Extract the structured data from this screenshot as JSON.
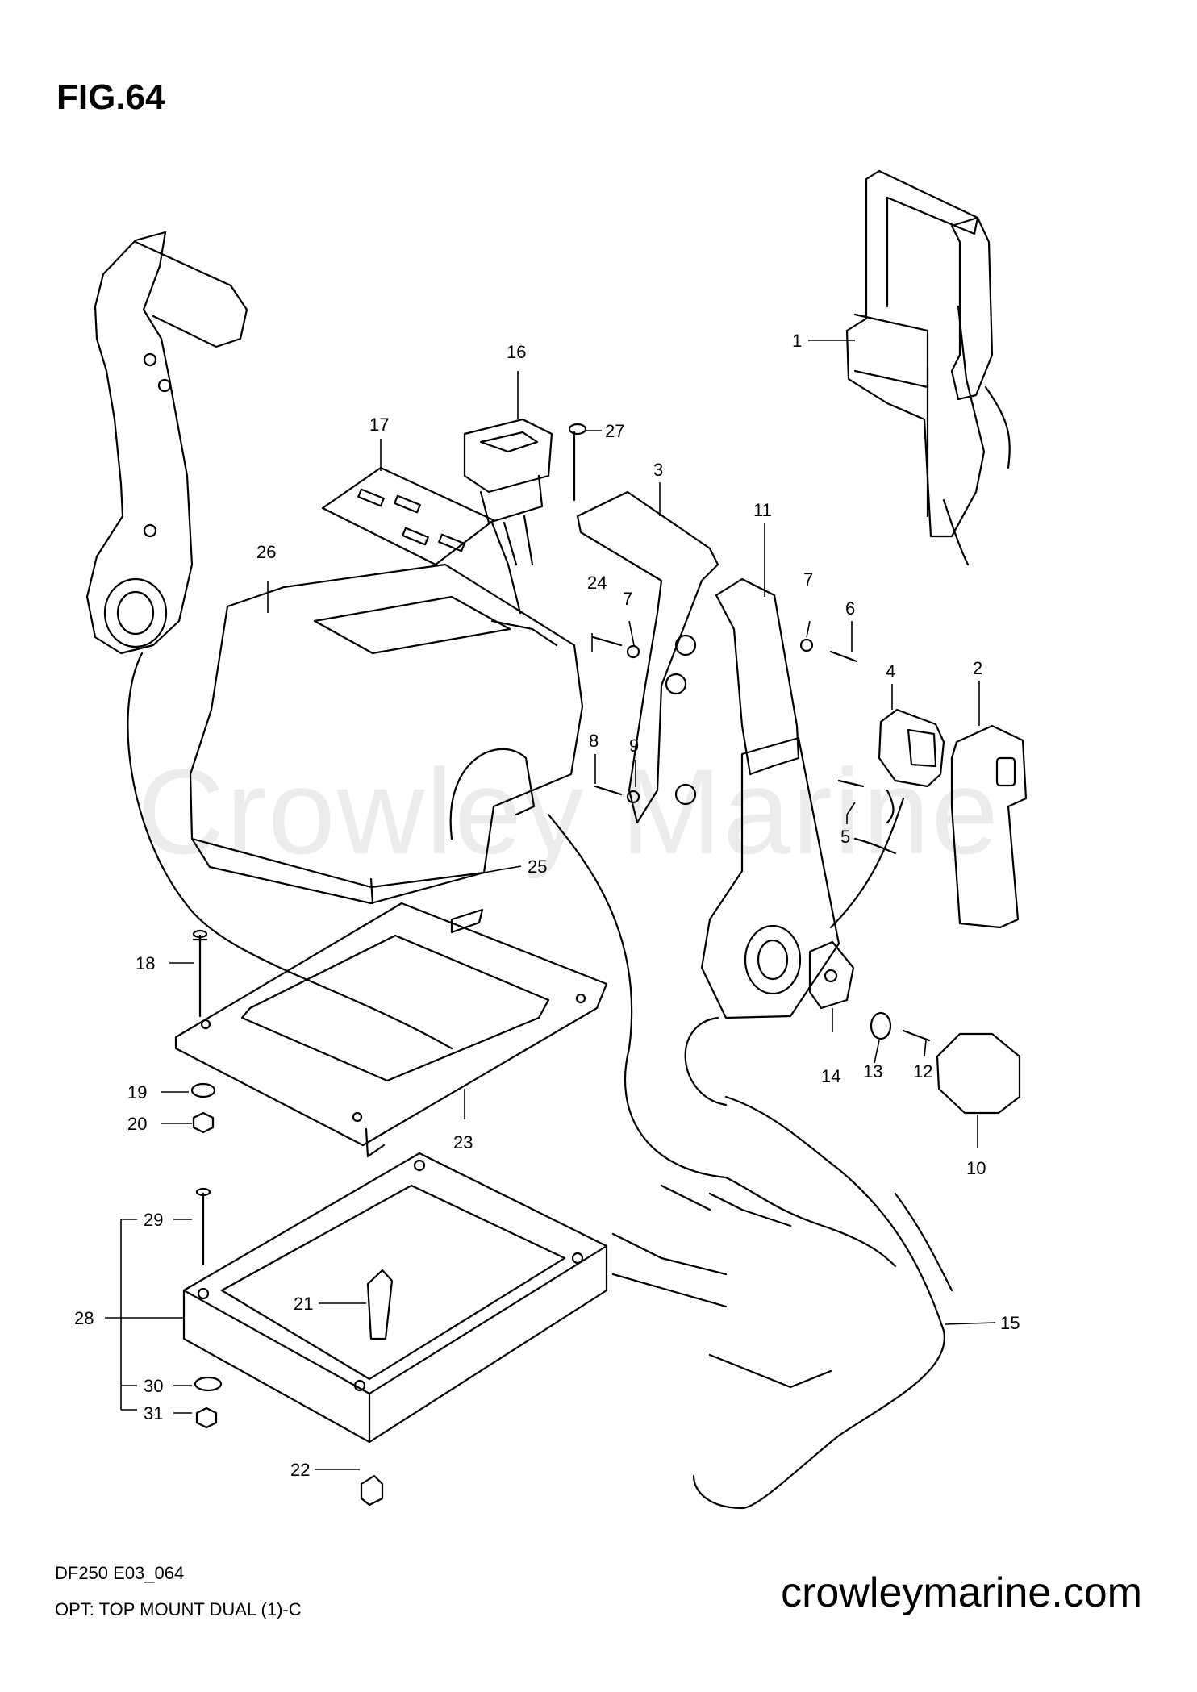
{
  "figure": {
    "title": "FIG.64"
  },
  "watermark": "Crowley Marine",
  "footer": {
    "code": "DF250  E03_064",
    "caption": "OPT: TOP MOUNT DUAL (1)-C",
    "site": "crowleymarine.com"
  },
  "parts": {
    "p1": "1",
    "p2": "2",
    "p3": "3",
    "p4": "4",
    "p5": "5",
    "p6": "6",
    "p7a": "7",
    "p7b": "7",
    "p8": "8",
    "p9": "9",
    "p10": "10",
    "p11": "11",
    "p12": "12",
    "p13": "13",
    "p14": "14",
    "p15": "15",
    "p16": "16",
    "p17": "17",
    "p18": "18",
    "p19": "19",
    "p20": "20",
    "p21": "21",
    "p22": "22",
    "p23": "23",
    "p24": "24",
    "p25": "25",
    "p26": "26",
    "p27": "27",
    "p28": "28",
    "p29": "29",
    "p30": "30",
    "p31": "31"
  }
}
